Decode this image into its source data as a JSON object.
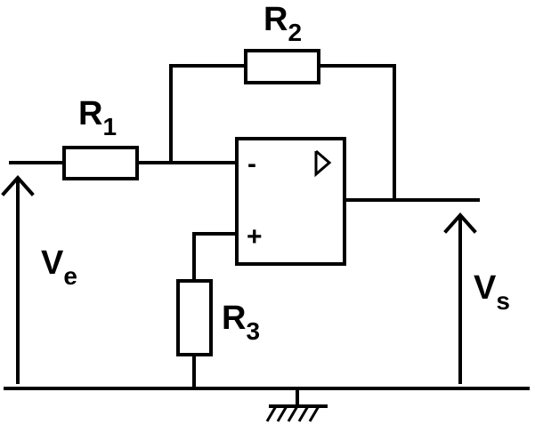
{
  "labels": {
    "r1": {
      "main": "R",
      "sub": "1"
    },
    "r2": {
      "main": "R",
      "sub": "2"
    },
    "r3": {
      "main": "R",
      "sub": "3"
    },
    "ve": {
      "main": "V",
      "sub": "e"
    },
    "vs": {
      "main": "V",
      "sub": "s"
    }
  },
  "opamp": {
    "inverting_sign": "-",
    "non_inverting_sign": "+"
  },
  "icons": {
    "opamp": "buffer-triangle-icon",
    "ground": "ground-icon",
    "arrow": "arrow-up-icon"
  }
}
